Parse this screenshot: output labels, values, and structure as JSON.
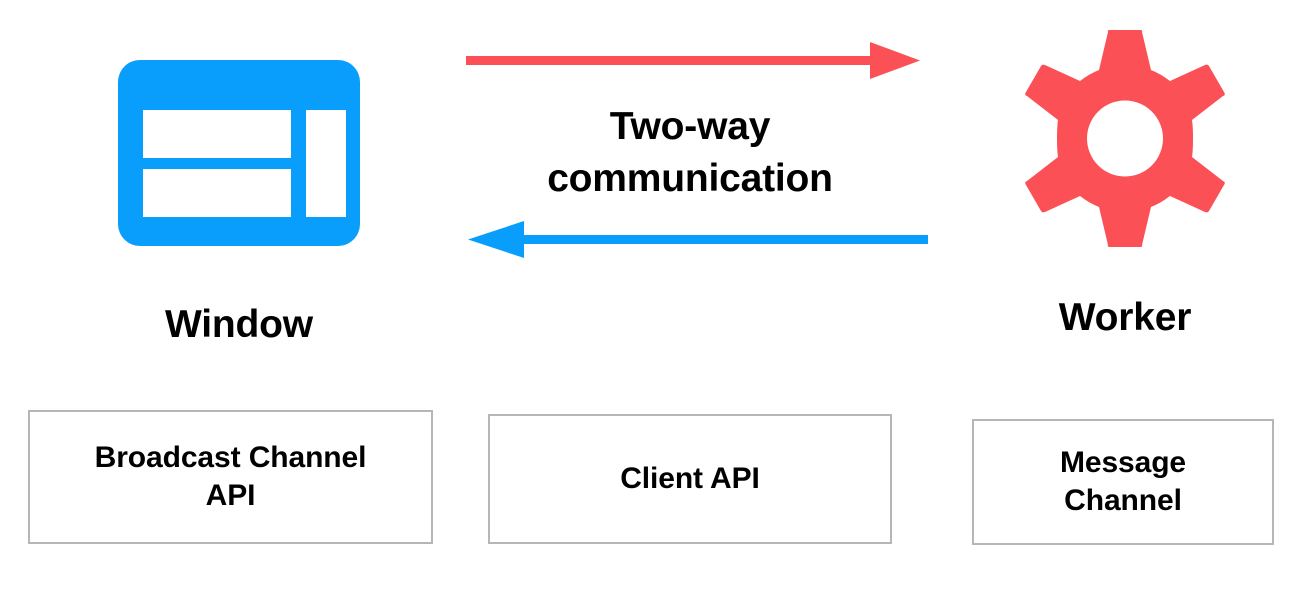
{
  "diagram": {
    "title": "Two-way communication between Window and Worker",
    "colors": {
      "blue": "#0A9EFC",
      "red": "#FB5156",
      "box_border": "#b6b6b6",
      "text": "#000000",
      "background": "#ffffff"
    },
    "caption": "Two-way\ncommunication",
    "nodes": [
      {
        "id": "window",
        "label": "Window",
        "icon": "browser-window-icon",
        "color": "#0A9EFC"
      },
      {
        "id": "worker",
        "label": "Worker",
        "icon": "gear-icon",
        "color": "#FB5156"
      }
    ],
    "arrows": [
      {
        "id": "window-to-worker",
        "direction": "right",
        "color": "#FB5156",
        "from": "window",
        "to": "worker"
      },
      {
        "id": "worker-to-window",
        "direction": "left",
        "color": "#0A9EFC",
        "from": "worker",
        "to": "window"
      }
    ],
    "api_boxes": [
      {
        "id": "broadcast-channel-api",
        "label": "Broadcast Channel\nAPI"
      },
      {
        "id": "client-api",
        "label": "Client API"
      },
      {
        "id": "message-channel",
        "label": "Message\nChannel"
      }
    ]
  }
}
